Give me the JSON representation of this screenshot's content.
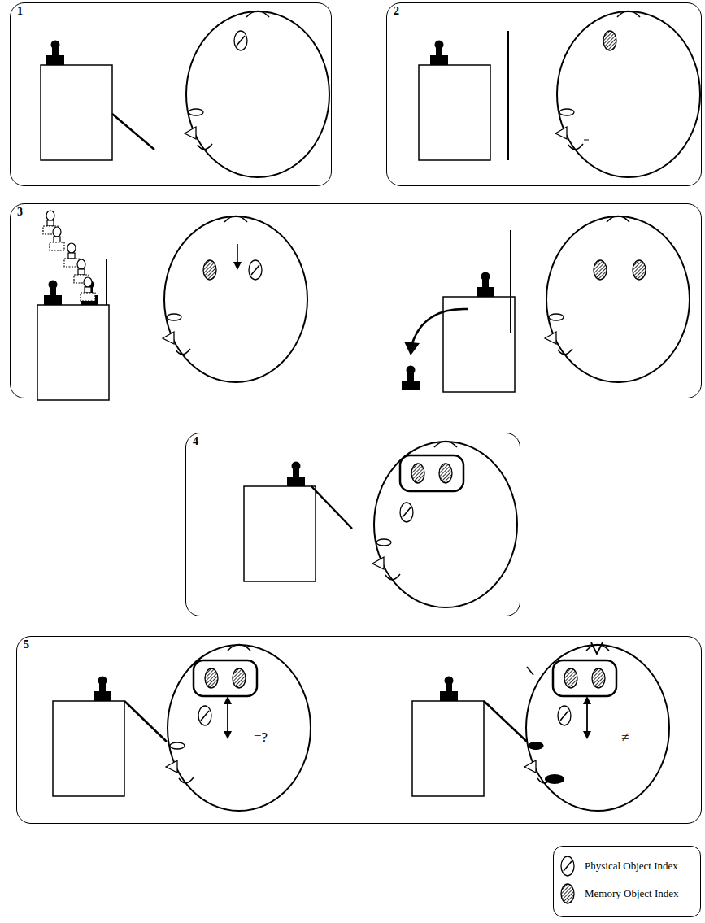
{
  "diagram": {
    "nodes": [
      {
        "text": [
          "1"
        ]
      },
      {
        "text": [
          "2"
        ]
      },
      {
        "text": [
          "3"
        ]
      },
      {
        "text": [
          "4"
        ]
      },
      {
        "text": [
          "5"
        ]
      }
    ],
    "labels": [
      "=?",
      "≠"
    ],
    "legend": [
      {
        "text": "Physical Object Index"
      },
      {
        "text": "Memory Object Index"
      }
    ]
  }
}
